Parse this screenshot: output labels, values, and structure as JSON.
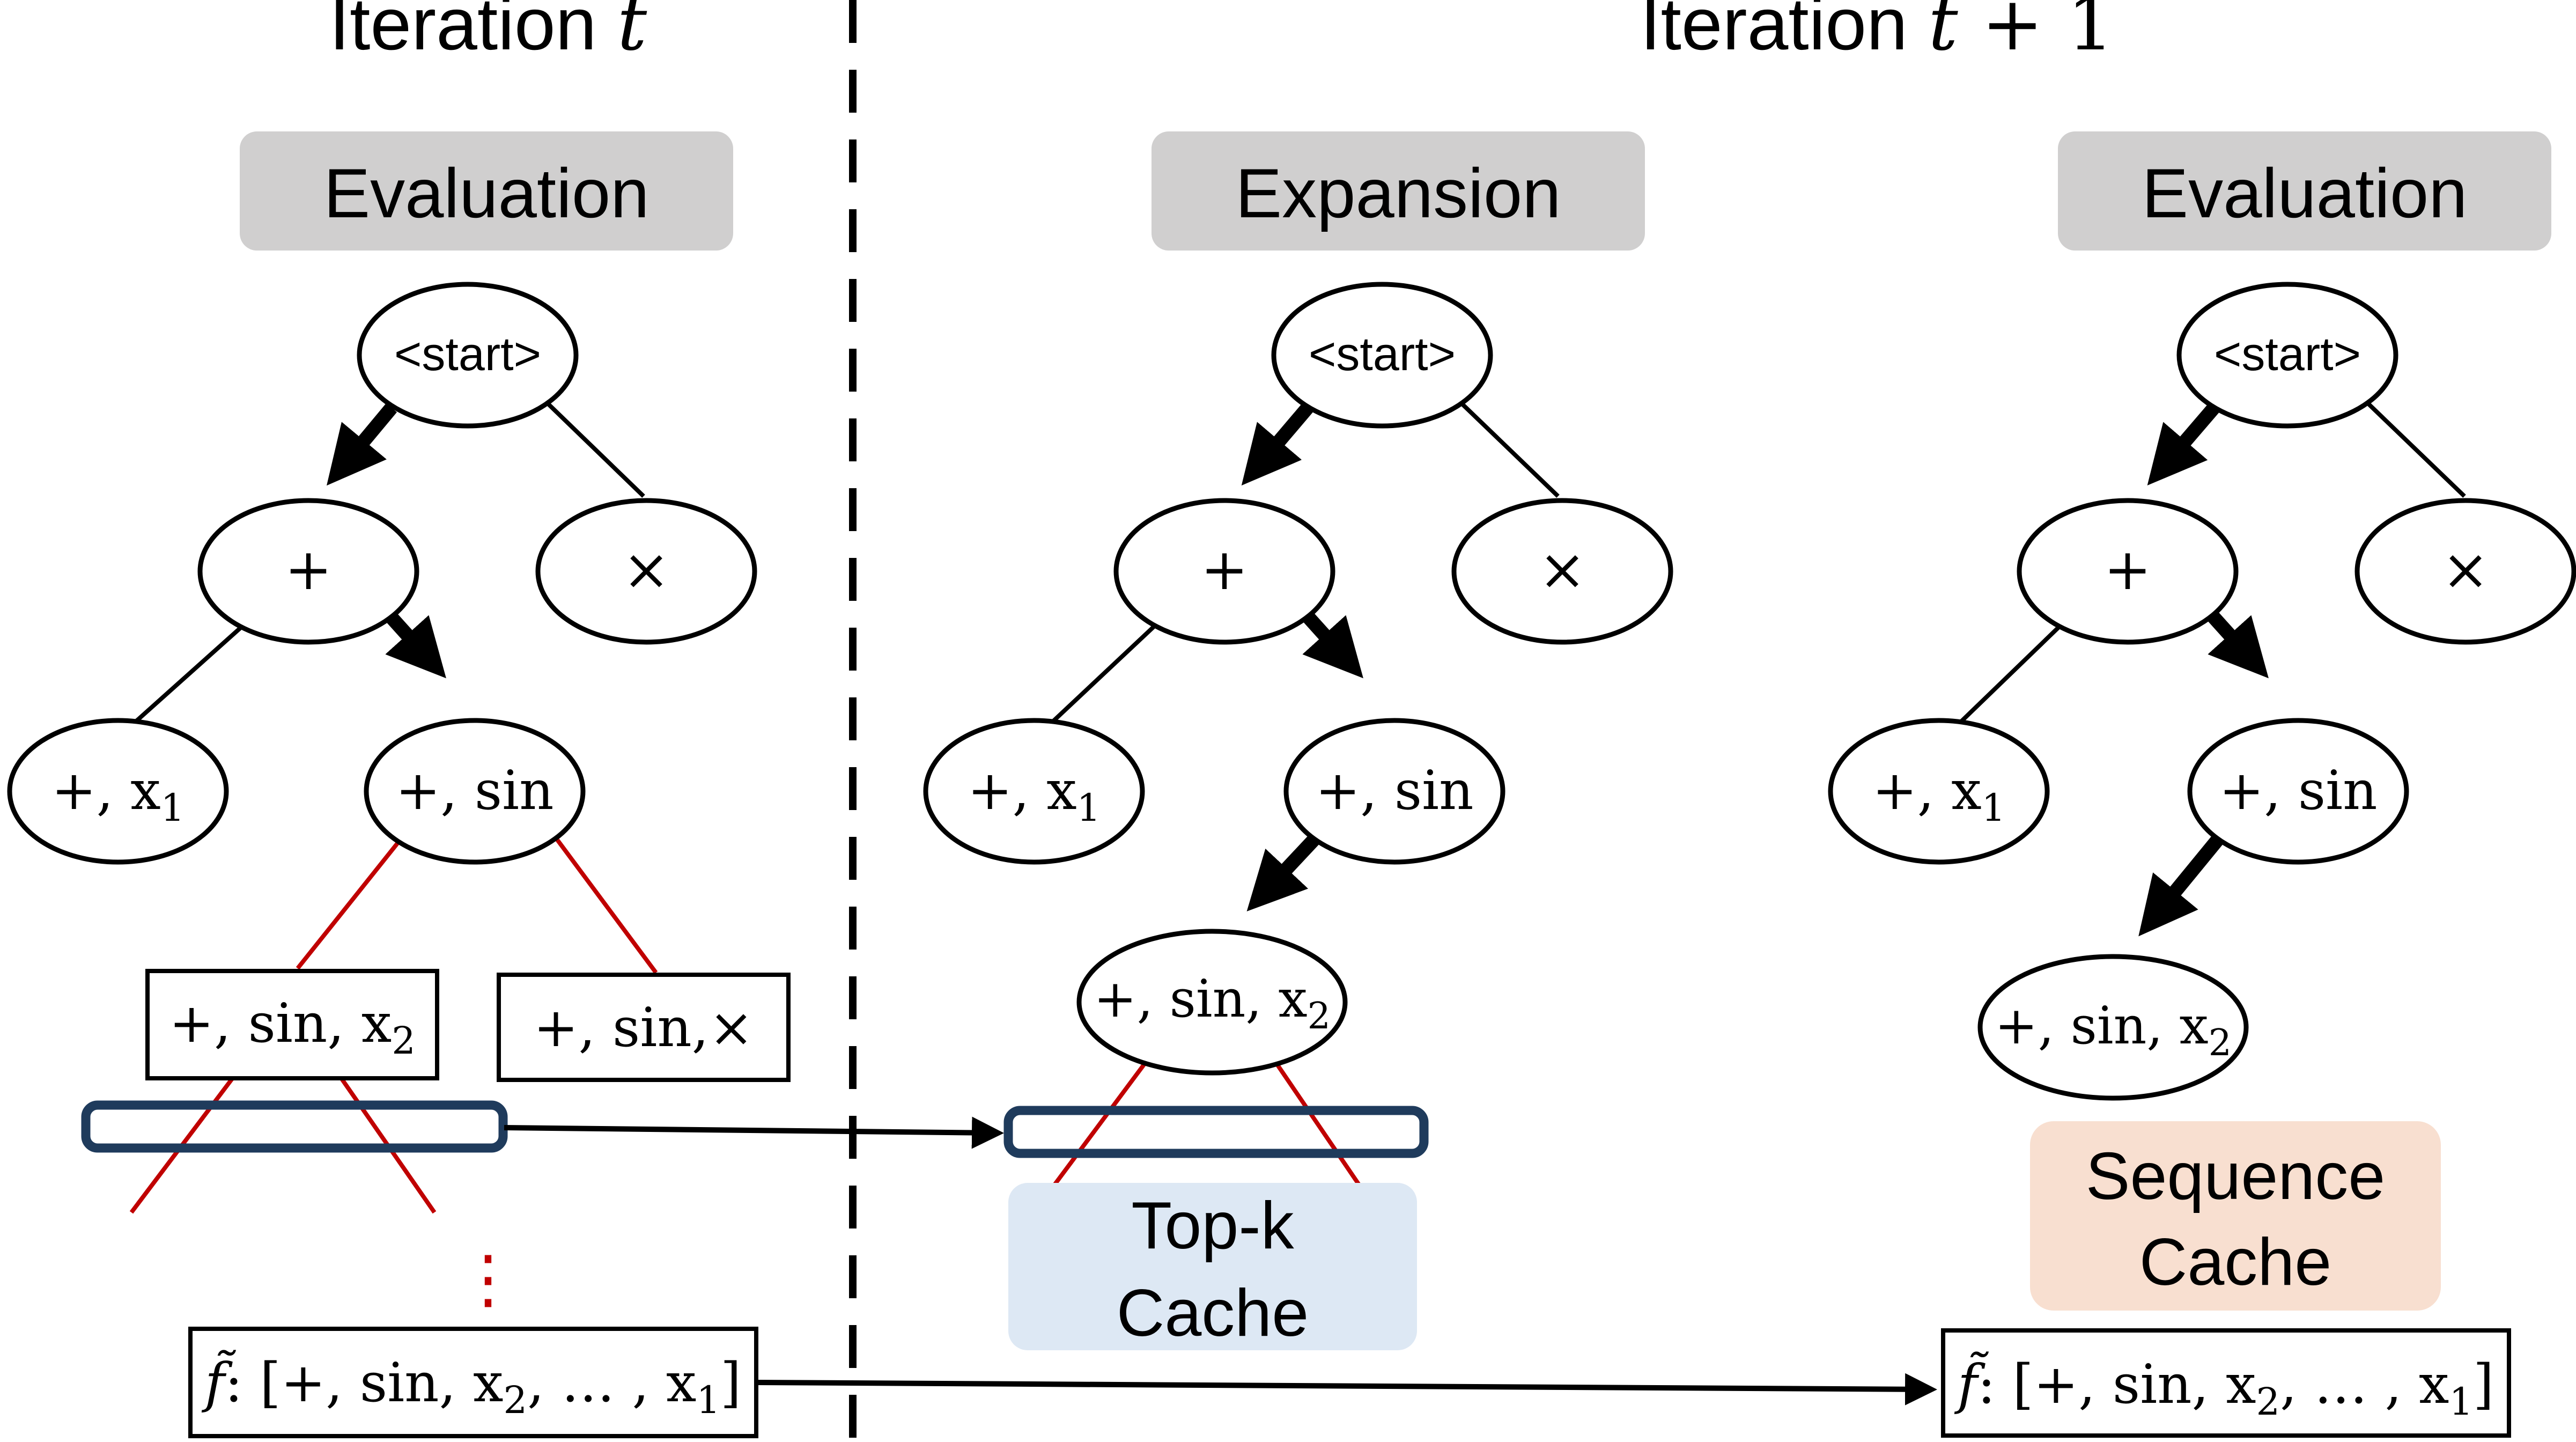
{
  "headers": {
    "left": {
      "prefix": "Iteration ",
      "var": "t"
    },
    "right": {
      "prefix": "Iteration ",
      "var": "t",
      "suffix": " + 1"
    }
  },
  "phases": {
    "left": "Evaluation",
    "middle": "Expansion",
    "right": "Evaluation"
  },
  "colors": {
    "phase_fill": "#D0CFCF",
    "topk_fill": "#DDE8F4",
    "seqcache_fill": "#F8DFD0",
    "cache_outline": "#1F3B5C",
    "pruned_edge": "#C00000",
    "edge": "#000000"
  },
  "nodes": {
    "start": "<start>",
    "plus": "+",
    "times": "×",
    "plus_x1": {
      "main": "+, x",
      "sub": "1"
    },
    "plus_sin": "+, sin",
    "plus_sin_x2": {
      "main": "+, sin, x",
      "sub": "2"
    },
    "plus_sin_times": "+, sin,×"
  },
  "ellipsis": "⋮",
  "caches": {
    "topk": {
      "line1": "Top-k",
      "line2": "Cache"
    },
    "sequence": {
      "line1": "Sequence",
      "line2": "Cache"
    }
  },
  "sequence": {
    "func": "f̃",
    "p1": ": [+, sin, x",
    "s1": "2",
    "p2": ", … , x",
    "s2": "1",
    "p3": "]"
  }
}
